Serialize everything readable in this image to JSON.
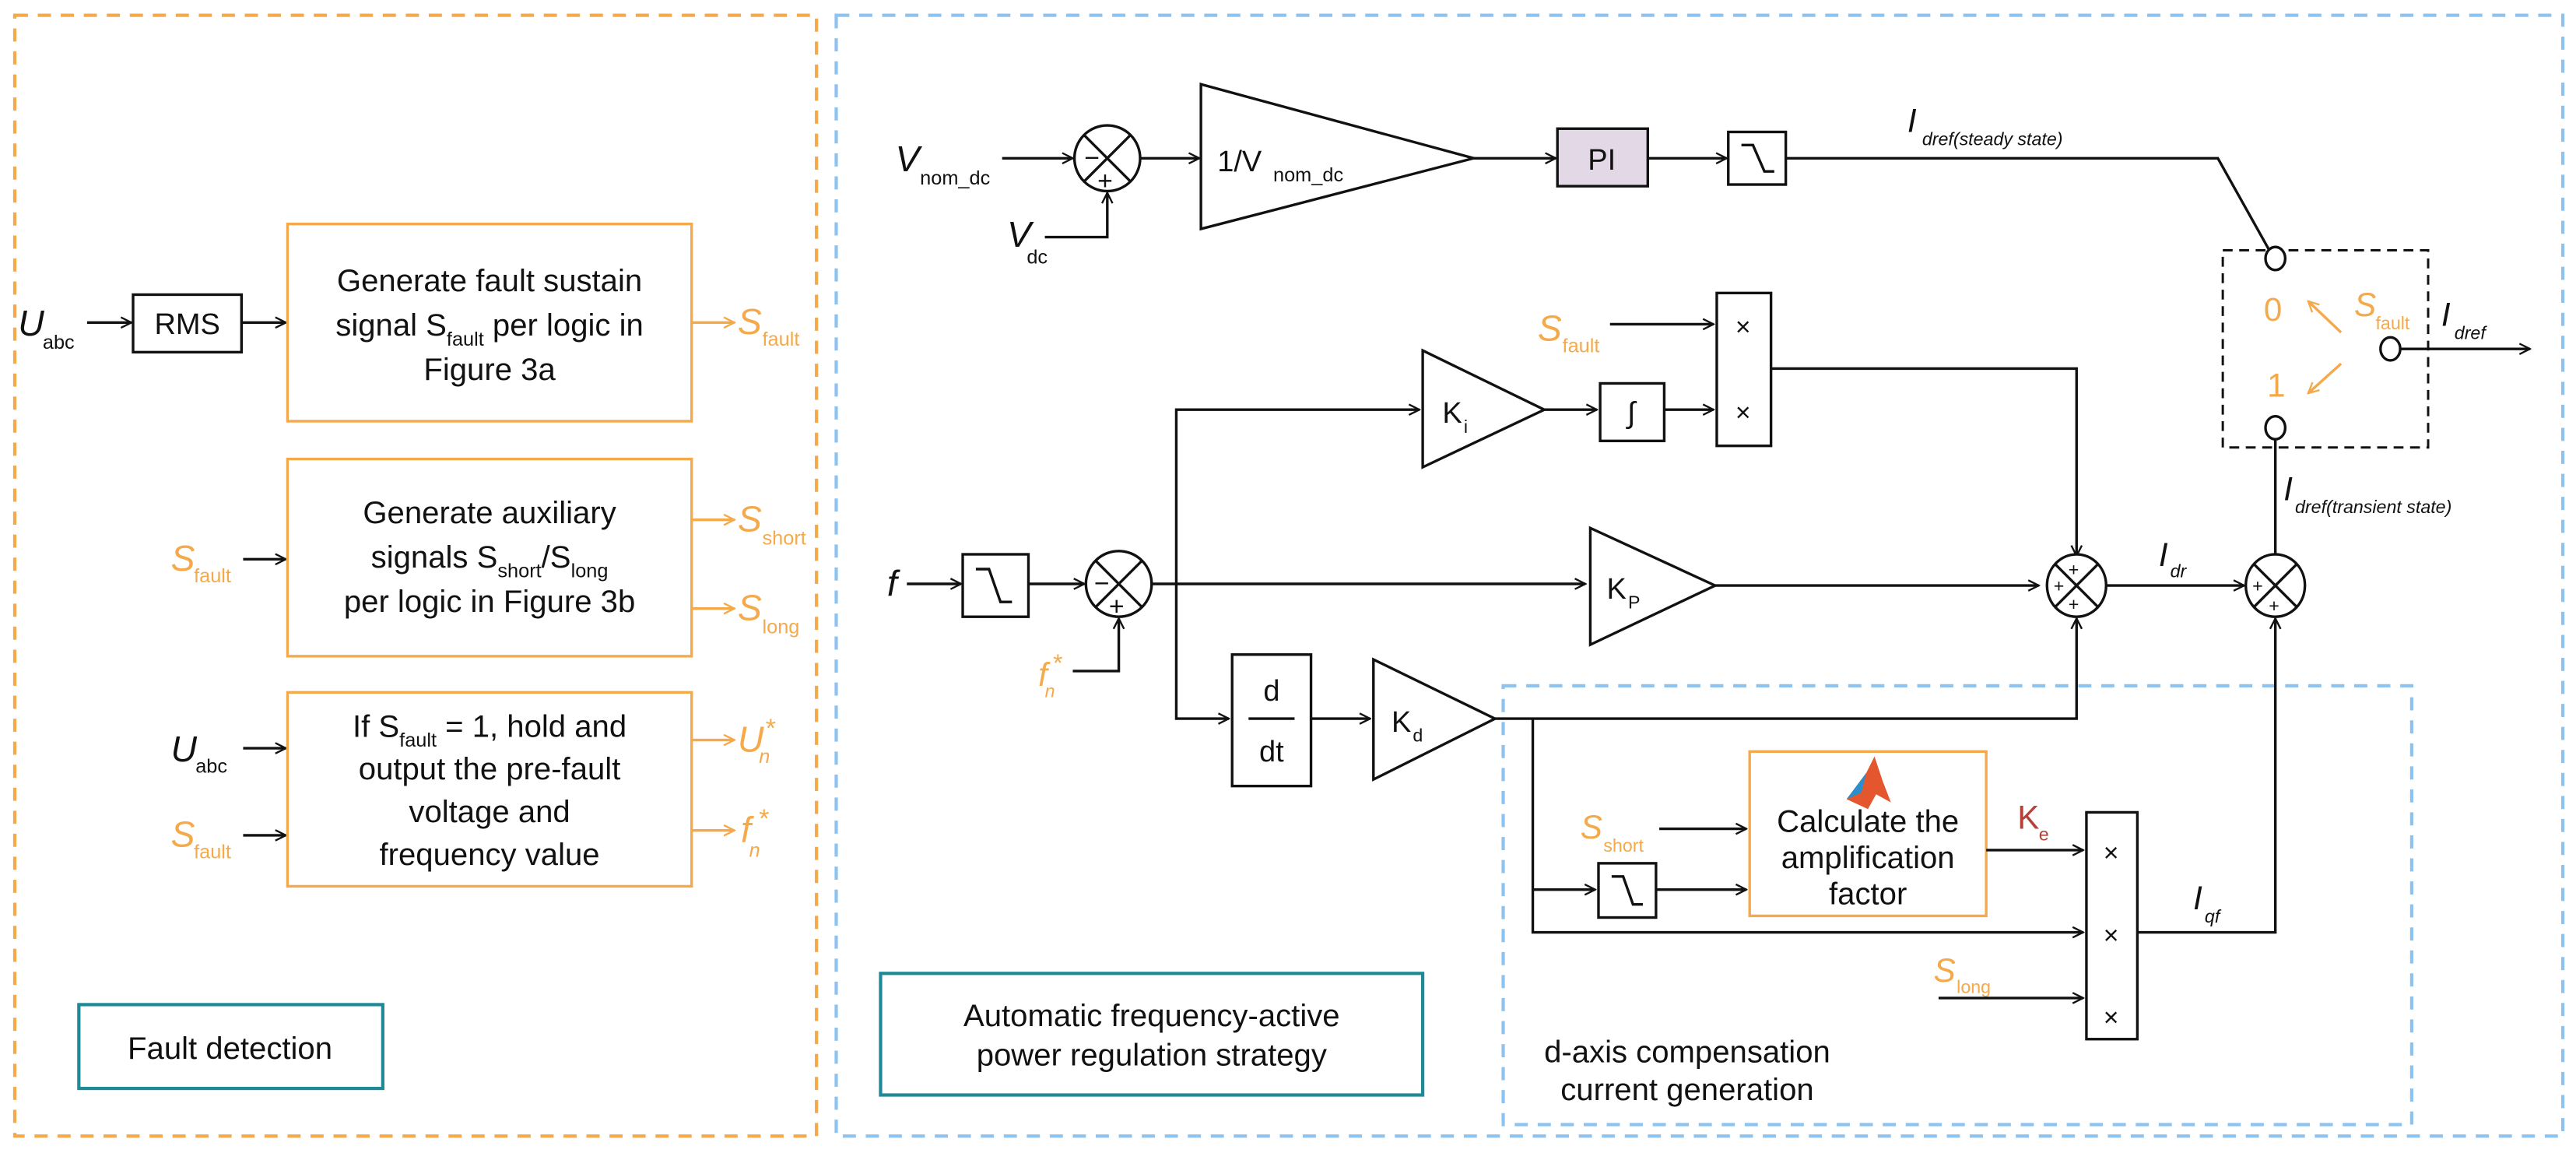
{
  "fault_detection": {
    "title": "Fault detection",
    "inputs": {
      "u_abc_main": "U",
      "u_abc_sub": "abc",
      "s_fault": "S",
      "s_fault_sub": "fault"
    },
    "rms_label": "RMS",
    "block1": {
      "line1": "Generate fault sustain",
      "line2_pre": "signal S",
      "line2_sub": "fault",
      "line2_post": " per logic in",
      "line3": "Figure 3a"
    },
    "block2": {
      "line1": "Generate auxiliary",
      "line2_pre": "signals S",
      "line2_sub1": "short",
      "line2_mid": "/S",
      "line2_sub2": "long",
      "line3": "per logic in Figure 3b"
    },
    "block3": {
      "line1_pre": "If S",
      "line1_sub": "fault",
      "line1_post": " = 1, hold and",
      "line2": "output the pre-fault",
      "line3": "voltage and",
      "line4": "frequency value"
    },
    "outputs": {
      "s_fault": "S",
      "s_fault_sub": "fault",
      "s_short": "S",
      "s_short_sub": "short",
      "s_long": "S",
      "s_long_sub": "long",
      "u_n": "U",
      "u_n_sub": "n",
      "star": "*",
      "f_n": "f",
      "f_n_sub": "n"
    }
  },
  "regulation": {
    "title_line1": "Automatic frequency-active",
    "title_line2": "power regulation strategy",
    "v_nom": "V",
    "v_nom_sub": "nom_dc",
    "v_dc": "V",
    "v_dc_sub": "dc",
    "gain_pre": "1/V",
    "gain_sub": "nom_dc",
    "pi_label": "PI",
    "i_steady": "I",
    "i_steady_sub": "dref(steady state)",
    "i_transient": "I",
    "i_transient_sub": "dref(transient state)",
    "i_dref": "I",
    "i_dref_sub": "dref",
    "i_dr": "I",
    "i_dr_sub": "dr",
    "i_qf": "I",
    "i_qf_sub": "qf",
    "switch": {
      "pos0": "0",
      "pos1": "1",
      "ctrl": "S",
      "ctrl_sub": "fault"
    },
    "f_in": "f",
    "fn_star": "f",
    "fn_sub": "n",
    "star": "*",
    "ki": "K",
    "ki_sub": "i",
    "kp": "K",
    "kp_sub": "P",
    "kd": "K",
    "kd_sub": "d",
    "integrator": "∫",
    "deriv_num": "d",
    "deriv_den": "dt",
    "mult": "×",
    "minus": "−",
    "plus": "+",
    "s_fault": "S",
    "s_fault_sub": "fault"
  },
  "compensation": {
    "title_line1": "d-axis compensation",
    "title_line2": "current generation",
    "calc_line1": "Calculate the",
    "calc_line2": "amplification",
    "calc_line3": "factor",
    "ke": "K",
    "ke_sub": "e",
    "s_short": "S",
    "s_short_sub": "short",
    "s_long": "S",
    "s_long_sub": "long"
  },
  "colors": {
    "fault_border": "#f4a94b",
    "regulation_border": "#8ec3f0",
    "label_border": "#1f8a96",
    "pi_fill": "#e2d8e6",
    "ke_color": "#b5413a"
  }
}
